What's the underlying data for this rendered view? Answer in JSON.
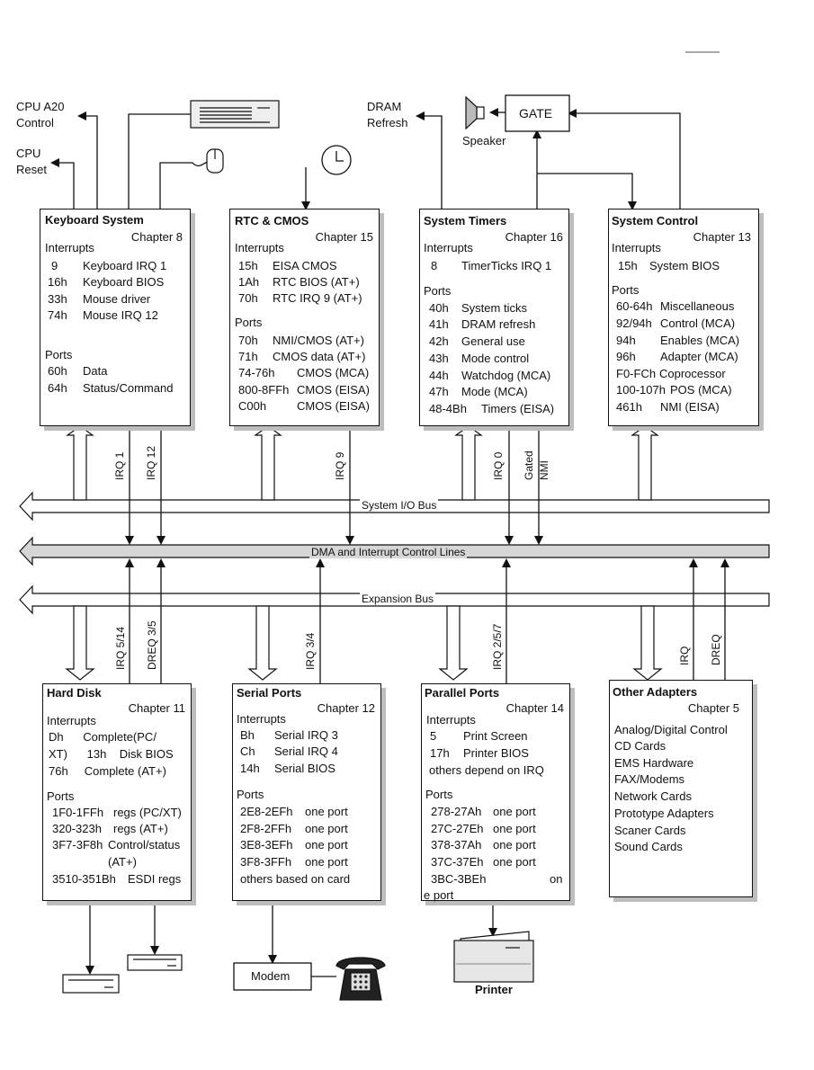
{
  "external": {
    "cpu_a20": [
      "CPU A20",
      "Control"
    ],
    "cpu_reset": [
      "CPU",
      "Reset"
    ],
    "dram_refresh": [
      "DRAM",
      "Refresh"
    ],
    "speaker": "Speaker",
    "gate": "GATE",
    "modem": "Modem",
    "printer": "Printer"
  },
  "buses": {
    "system_io": "System I/O Bus",
    "dma_irq": "DMA and Interrupt Control Lines",
    "expansion": "Expansion Bus"
  },
  "signals": {
    "irq1": "IRQ 1",
    "irq12": "IRQ 12",
    "irq9": "IRQ 9",
    "irq0": "IRQ 0",
    "gated_nmi": [
      "Gated",
      "NMI"
    ],
    "irq5_14": "IRQ 5/14",
    "dreq3_5": "DREQ 3/5",
    "irq3_4": "IRQ 3/4",
    "irq2_5_7": "IRQ 2/5/7",
    "irq": "IRQ",
    "dreq": "DREQ"
  },
  "keyboard": {
    "title": "Keyboard System",
    "chapter": "Chapter 8",
    "interrupts_label": "Interrupts",
    "interrupts": [
      {
        "code": "9",
        "desc": "Keyboard IRQ 1"
      },
      {
        "code": "16h",
        "desc": "Keyboard BIOS"
      },
      {
        "code": "33h",
        "desc": "Mouse driver"
      },
      {
        "code": "74h",
        "desc": "Mouse IRQ 12"
      }
    ],
    "ports_label": "Ports",
    "ports": [
      {
        "code": "60h",
        "desc": "Data"
      },
      {
        "code": "64h",
        "desc": "Status/Command"
      }
    ]
  },
  "rtc": {
    "title": "RTC & CMOS",
    "chapter": "Chapter 15",
    "interrupts_label": "Interrupts",
    "interrupts": [
      {
        "code": "15h",
        "desc": "EISA CMOS"
      },
      {
        "code": "1Ah",
        "desc": "RTC BIOS (AT+)"
      },
      {
        "code": "70h",
        "desc": "RTC IRQ 9 (AT+)"
      }
    ],
    "ports_label": "Ports",
    "ports": [
      {
        "code": "70h",
        "desc": "NMI/CMOS (AT+)"
      },
      {
        "code": "71h",
        "desc": "CMOS data (AT+)"
      },
      {
        "code": "74-76h",
        "desc": "CMOS (MCA)"
      },
      {
        "code": "800-8FFh",
        "desc": "CMOS (EISA)"
      },
      {
        "code": "C00h",
        "desc": "CMOS (EISA)"
      }
    ]
  },
  "timers": {
    "title": "System Timers",
    "chapter": "Chapter 16",
    "interrupts_label": "Interrupts",
    "interrupts": [
      {
        "code": "8",
        "desc": "TimerTicks IRQ 1"
      }
    ],
    "ports_label": "Ports",
    "ports": [
      {
        "code": "40h",
        "desc": "System ticks"
      },
      {
        "code": "41h",
        "desc": "DRAM refresh"
      },
      {
        "code": "42h",
        "desc": "General use"
      },
      {
        "code": "43h",
        "desc": "Mode control"
      },
      {
        "code": "44h",
        "desc": "Watchdog (MCA)"
      },
      {
        "code": "47h",
        "desc": "Mode (MCA)"
      },
      {
        "code": "48-4Bh",
        "desc": "Timers (EISA)"
      }
    ]
  },
  "control": {
    "title": "System Control",
    "chapter": "Chapter 13",
    "interrupts_label": "Interrupts",
    "interrupts": [
      {
        "code": "15h",
        "desc": "System BIOS"
      }
    ],
    "ports_label": "Ports",
    "ports": [
      {
        "code": "60-64h",
        "desc": "Miscellaneous"
      },
      {
        "code": "92/94h",
        "desc": "Control (MCA)"
      },
      {
        "code": "94h",
        "desc": "Enables (MCA)"
      },
      {
        "code": "96h",
        "desc": "Adapter (MCA)"
      },
      {
        "code": "F0-FCh",
        "desc": "Coprocessor"
      },
      {
        "code": "100-107h",
        "desc": "POS (MCA)"
      },
      {
        "code": "461h",
        "desc": "NMI (EISA)"
      }
    ]
  },
  "harddisk": {
    "title": "Hard Disk",
    "chapter": "Chapter 11",
    "interrupts_label": "Interrupts",
    "lines": [
      "Dh      Complete(PC/",
      "XT)      13h    Disk BIOS",
      "76h     Complete (AT+)"
    ],
    "ports_label": "Ports",
    "ports": [
      {
        "code": "1F0-1FFh",
        "desc": "regs (PC/XT)"
      },
      {
        "code": "320-323h",
        "desc": "regs (AT+)"
      },
      {
        "code": "3F7-3F8h",
        "desc": "Control/status"
      },
      {
        "code": "",
        "desc": "(AT+)"
      },
      {
        "code": "3510-351Bh",
        "desc": "ESDI regs"
      }
    ]
  },
  "serial": {
    "title": "Serial Ports",
    "chapter": "Chapter 12",
    "interrupts_label": "Interrupts",
    "interrupts": [
      {
        "code": "Bh",
        "desc": "Serial IRQ 3"
      },
      {
        "code": "Ch",
        "desc": "Serial IRQ 4"
      },
      {
        "code": "14h",
        "desc": "Serial BIOS"
      }
    ],
    "ports_label": "Ports",
    "ports": [
      {
        "code": "2E8-2EFh",
        "desc": "one port"
      },
      {
        "code": "2F8-2FFh",
        "desc": "one port"
      },
      {
        "code": "3E8-3EFh",
        "desc": "one port"
      },
      {
        "code": "3F8-3FFh",
        "desc": "one port"
      }
    ],
    "footer": "others based on card"
  },
  "parallel": {
    "title": "Parallel Ports",
    "chapter": "Chapter 14",
    "interrupts_label": "Interrupts",
    "interrupts": [
      {
        "code": "5",
        "desc": "Print Screen"
      },
      {
        "code": "17h",
        "desc": "Printer BIOS"
      }
    ],
    "irq_note": "others depend on IRQ",
    "ports_label": "Ports",
    "ports": [
      {
        "code": "278-27Ah",
        "desc": "one port"
      },
      {
        "code": "27C-27Eh",
        "desc": "one port"
      },
      {
        "code": "378-37Ah",
        "desc": "one port"
      },
      {
        "code": "37C-37Eh",
        "desc": "one port"
      },
      {
        "code": "3BC-3BEh",
        "desc": "on"
      }
    ],
    "overflow": "e port"
  },
  "other": {
    "title": "Other Adapters",
    "chapter": "Chapter 5",
    "items": [
      "Analog/Digital Control",
      "CD Cards",
      "EMS Hardware",
      "FAX/Modems",
      "Network Cards",
      "Prototype Adapters",
      "Scaner Cards",
      "Sound Cards"
    ]
  }
}
